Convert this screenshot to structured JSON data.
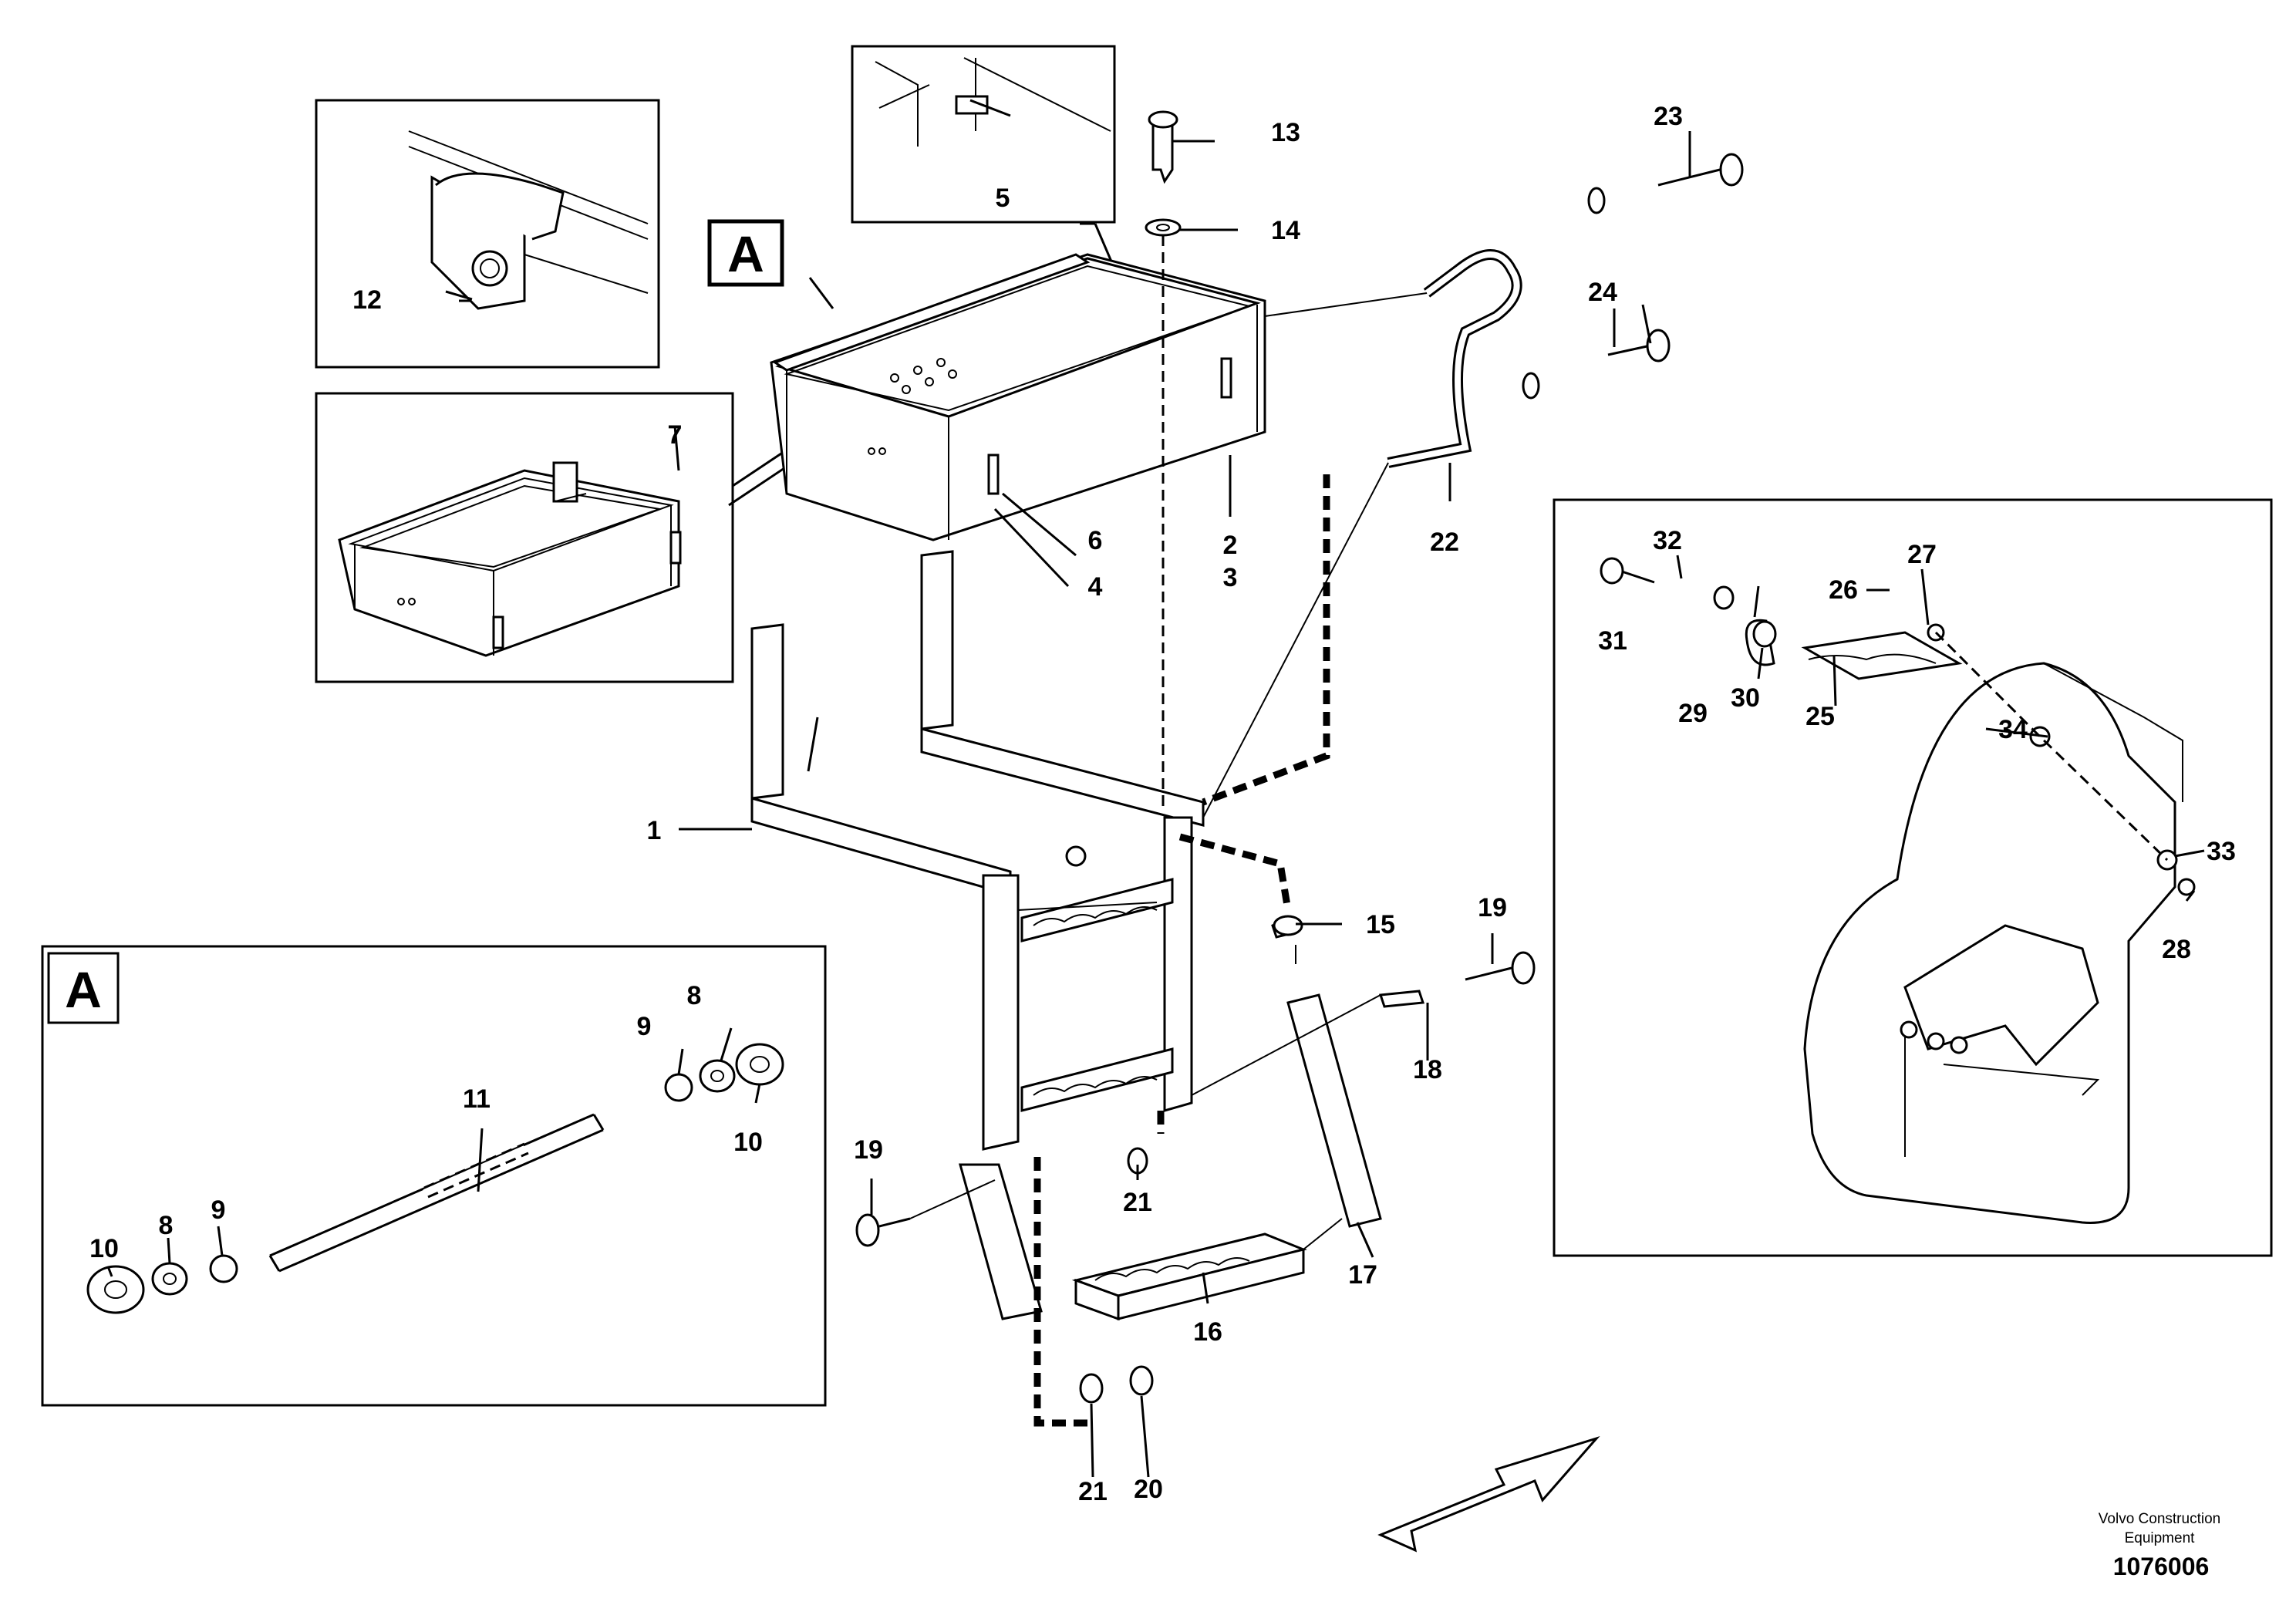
{
  "labels": {
    "l1": "1",
    "l2": "2",
    "l3": "3",
    "l4": "4",
    "l5": "5",
    "l6": "6",
    "l7": "7",
    "l8a": "8",
    "l8b": "8",
    "l9a": "9",
    "l9b": "9",
    "l10a": "10",
    "l10b": "10",
    "l11": "11",
    "l12": "12",
    "l13": "13",
    "l14": "14",
    "l15": "15",
    "l16": "16",
    "l17": "17",
    "l18": "18",
    "l19a": "19",
    "l19b": "19",
    "l20": "20",
    "l21a": "21",
    "l21b": "21",
    "l22": "22",
    "l23": "23",
    "l24": "24",
    "l25": "25",
    "l26": "26",
    "l27": "27",
    "l28": "28",
    "l29": "29",
    "l30": "30",
    "l31": "31",
    "l32": "32",
    "l33": "33",
    "l34": "34"
  },
  "view_marker_top": "A",
  "view_marker_inset": "A",
  "brand_line1": "Volvo Construction",
  "brand_line2": "Equipment",
  "doc_number": "1076006"
}
